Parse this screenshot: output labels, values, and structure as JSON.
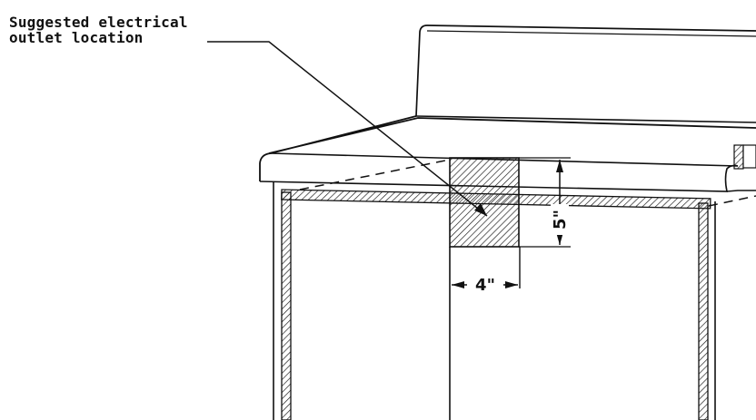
{
  "callout": {
    "text": "Suggested electrical\noutlet location"
  },
  "dimensions": {
    "width": "4\"",
    "height": "5\""
  },
  "colors": {
    "line": "#111111",
    "background": "#ffffff"
  }
}
